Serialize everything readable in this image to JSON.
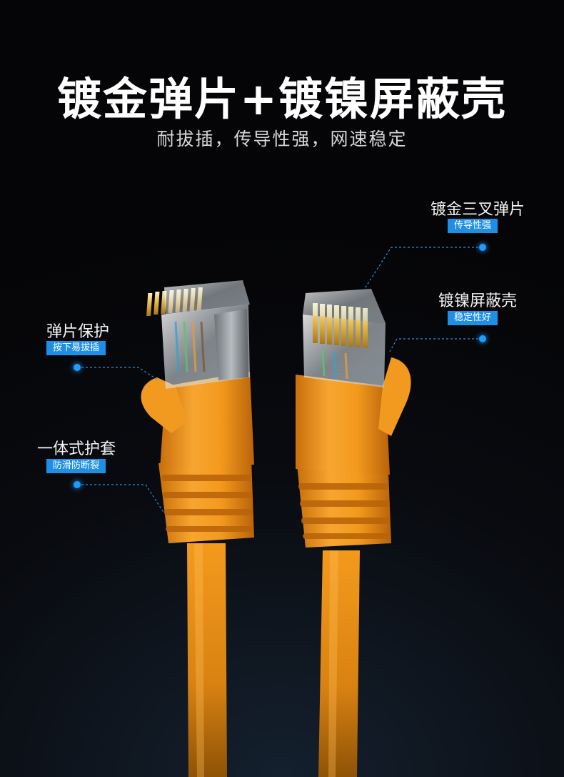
{
  "header": {
    "title": "镀金弹片+镀镍屏蔽壳",
    "subtitle": "耐拔插，传导性强，网速稳定"
  },
  "callouts": {
    "gold_prongs": {
      "title": "镀金三叉弹片",
      "badge": "传导性强"
    },
    "nickel_shield": {
      "title": "镀镍屏蔽壳",
      "badge": "稳定性好"
    },
    "clip_protect": {
      "title": "弹片保护",
      "badge": "按下易拔插"
    },
    "boot": {
      "title": "一体式护套",
      "badge": "防滑防断裂"
    }
  },
  "colors": {
    "cable_orange": "#f49a1e",
    "accent_blue": "#1f8fe6"
  }
}
